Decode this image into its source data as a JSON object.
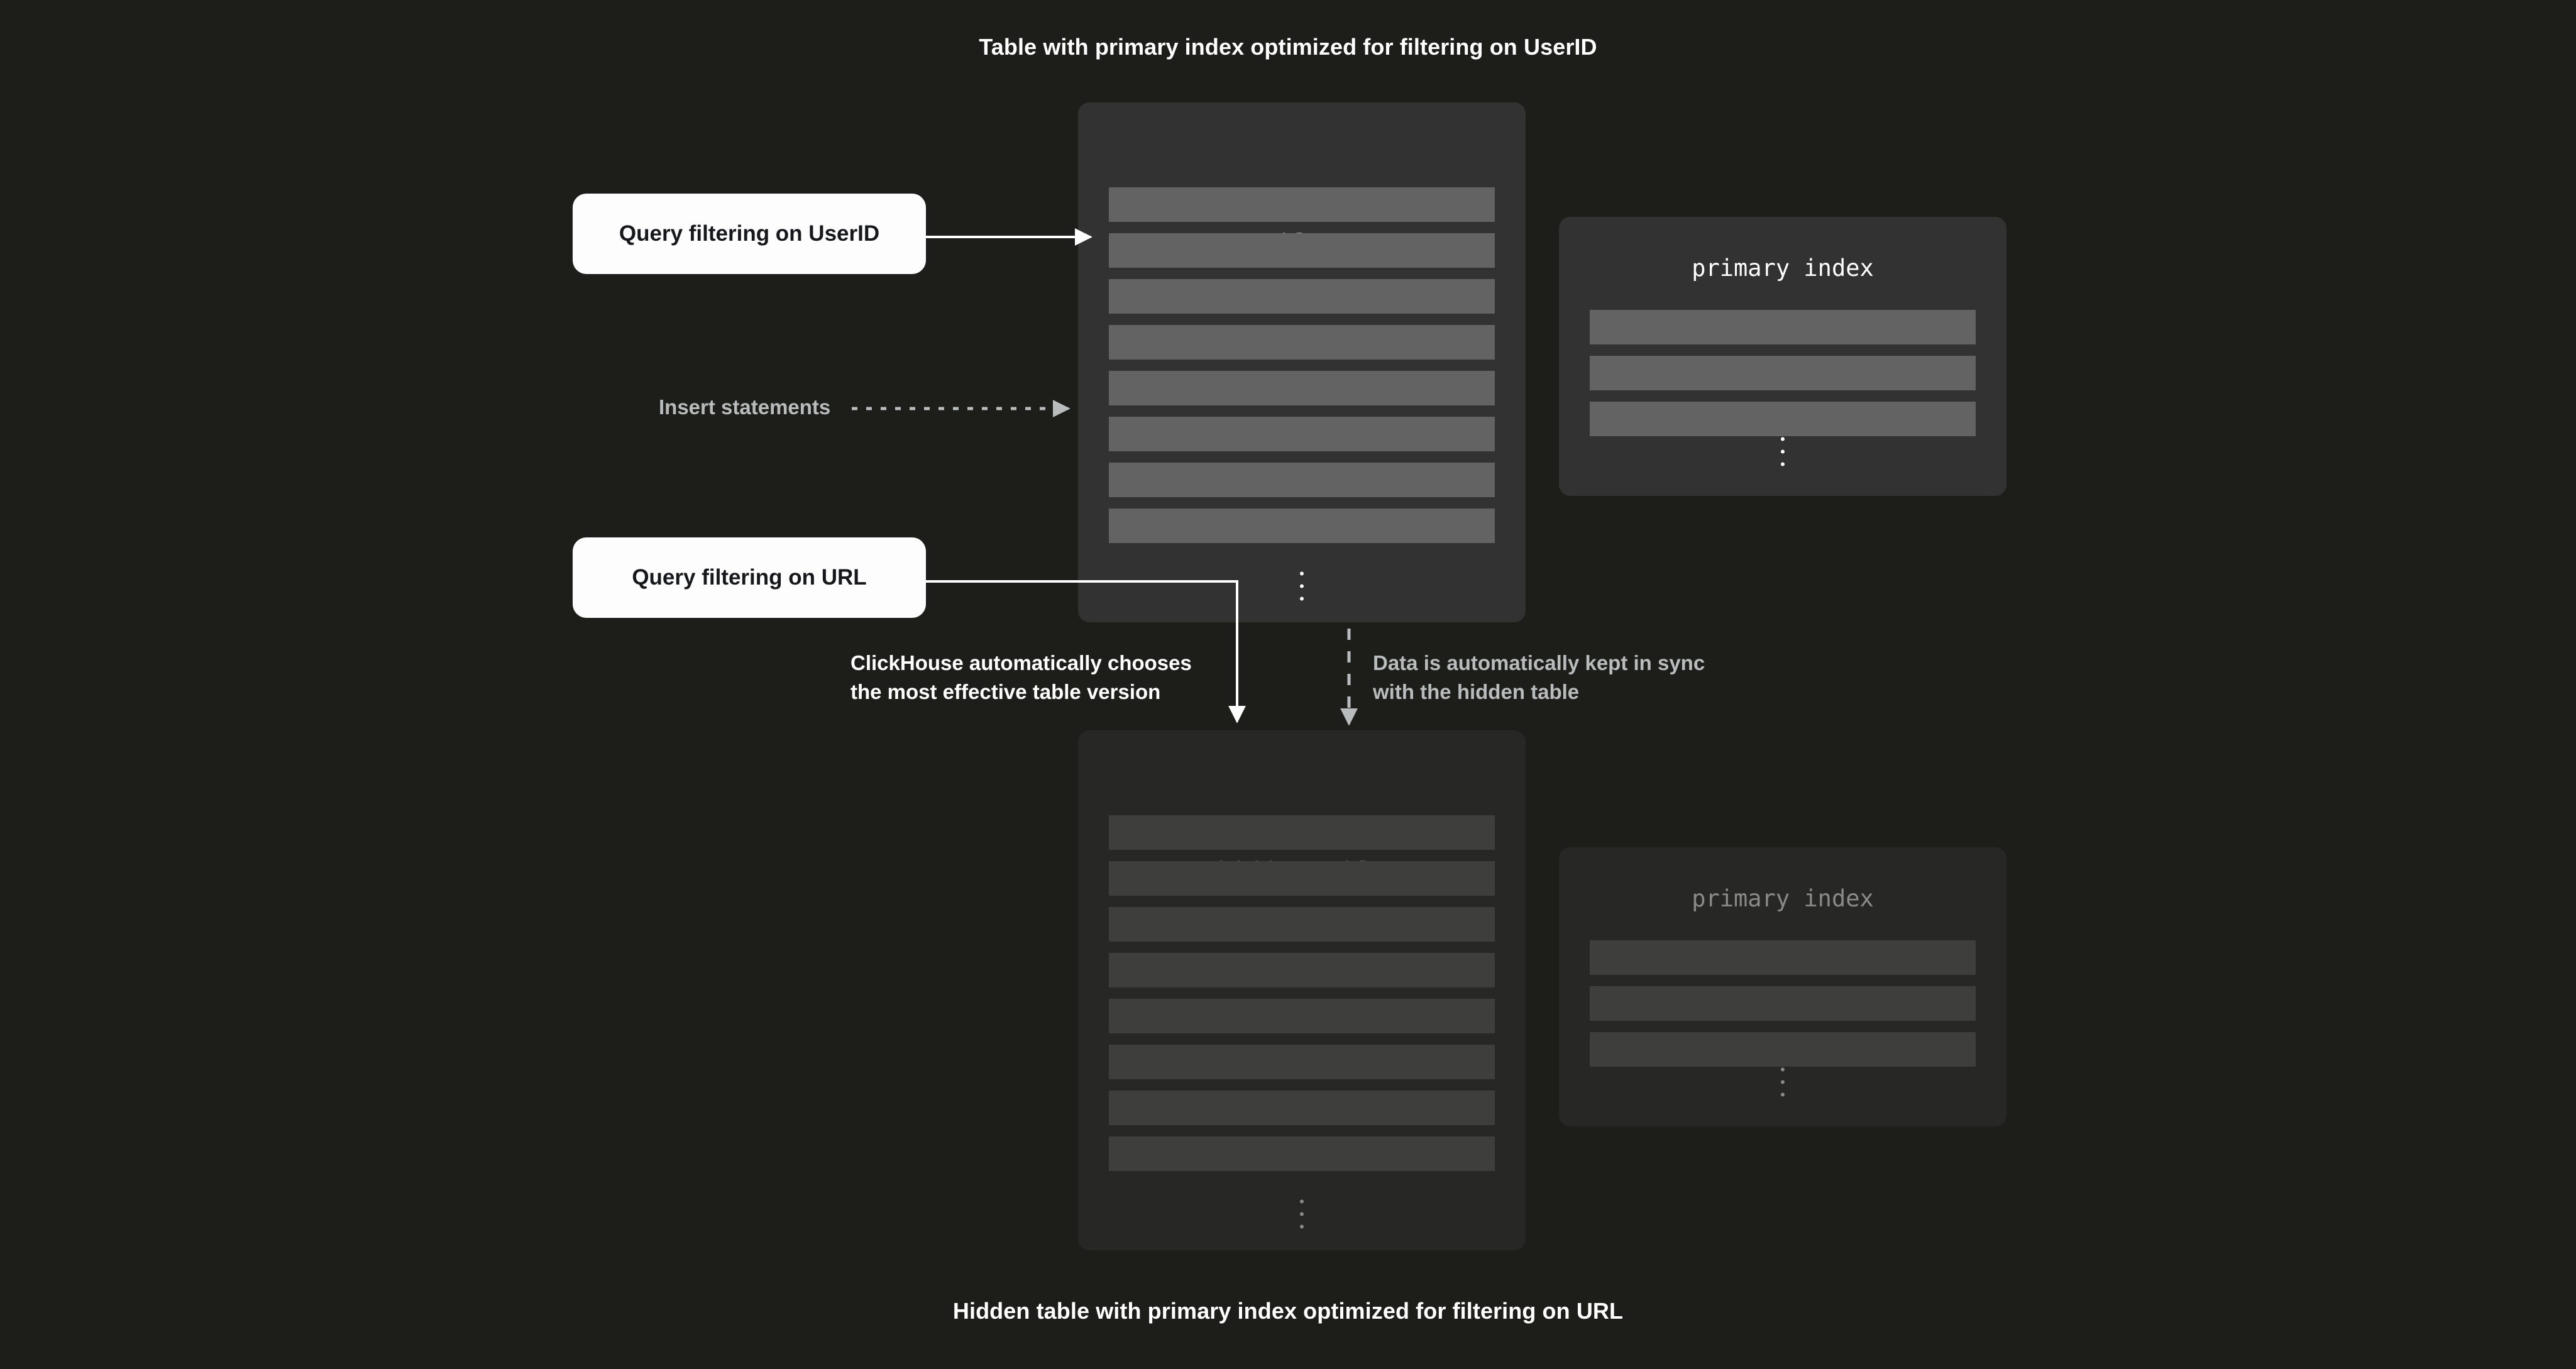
{
  "captions": {
    "top": "Table with primary index optimized for filtering on UserID",
    "bottom": "Hidden table with primary index optimized for filtering on URL"
  },
  "colors": {
    "background": "#1d1e1a",
    "panel": "#323232",
    "row": "#636363",
    "callout_bg": "#fdfdfd",
    "callout_text": "#17181c",
    "label_grey": "#b9bcbd",
    "label_white": "#ffffff",
    "connector_white": "#ffffff",
    "connector_grey": "#b9bcbd"
  },
  "panels": {
    "table_one": {
      "title": "table 1",
      "row_count": 8,
      "ellipsis": "vertical-ellipsis"
    },
    "primary_index_top": {
      "title": "primary index",
      "row_count": 3,
      "ellipsis": "vertical-ellipsis"
    },
    "hidden_table": {
      "title": "hidden table",
      "row_count": 8,
      "ellipsis": "vertical-ellipsis"
    },
    "primary_index_bottom": {
      "title": "primary index",
      "row_count": 3,
      "ellipsis": "vertical-ellipsis"
    }
  },
  "callouts": {
    "query_userid": "Query filtering on UserID",
    "query_url": "Query filtering on URL"
  },
  "labels": {
    "insert_statements": "Insert statements",
    "clickhouse_chooses_line1": "ClickHouse automatically chooses",
    "clickhouse_chooses_line2": "the most effective table version",
    "sync_line1": "Data is automatically kept in sync",
    "sync_line2": "with the hidden table"
  },
  "connectors": {
    "userid_to_table": "solid-arrow-right",
    "insert_to_table": "dotted-arrow-right",
    "url_to_hidden_table": "solid-elbow-arrow-down",
    "table_to_hidden_sync": "dashed-arrow-down"
  }
}
